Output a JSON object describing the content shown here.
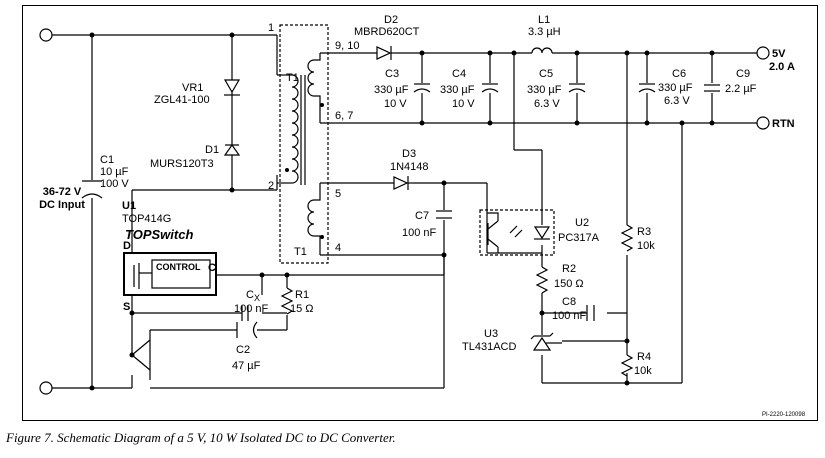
{
  "caption": "Figure 7.  Schematic Diagram of a 5 V, 10 W Isolated DC to DC Converter.",
  "drawing_id": "PI-2220-120098",
  "input": {
    "line1": "36-72 V",
    "line2": "DC Input"
  },
  "output": {
    "v_label": "5V",
    "i_label": "2.0 A",
    "rtn_label": "RTN"
  },
  "components": {
    "vr1": {
      "ref": "VR1",
      "part": "ZGL41-100"
    },
    "d1": {
      "ref": "D1",
      "part": "MURS120T3"
    },
    "c1": {
      "ref": "C1",
      "v1": "10 µF",
      "v2": "100 V"
    },
    "u1": {
      "ref": "U1",
      "part": "TOP414G",
      "brand": "TOPSwitch",
      "control": "CONTROL",
      "pin_d": "D",
      "pin_s": "S",
      "pin_c": "C"
    },
    "t1": {
      "ref": "T1",
      "pin1": "1",
      "pin2": "2",
      "pin4": "4",
      "pin5": "5",
      "pin67": "6, 7",
      "pin910": "9, 10"
    },
    "d2": {
      "ref": "D2",
      "part": "MBRD620CT"
    },
    "l1": {
      "ref": "L1",
      "value": "3.3 µH"
    },
    "c3": {
      "ref": "C3",
      "v1": "330 µF",
      "v2": "10 V"
    },
    "c4": {
      "ref": "C4",
      "v1": "330 µF",
      "v2": "10 V"
    },
    "c5": {
      "ref": "C5",
      "v1": "330 µF",
      "v2": "6.3 V"
    },
    "c6": {
      "ref": "C6",
      "v1": "330 µF",
      "v2": "6.3 V"
    },
    "c9": {
      "ref": "C9",
      "v1": "2.2 µF"
    },
    "d3": {
      "ref": "D3",
      "part": "1N4148"
    },
    "c7": {
      "ref": "C7",
      "value": "100 nF"
    },
    "u2": {
      "ref": "U2",
      "part": "PC317A"
    },
    "r3": {
      "ref": "R3",
      "value": "10k"
    },
    "r2": {
      "ref": "R2",
      "value": "150 Ω"
    },
    "cx": {
      "ref": "C",
      "sub": "X",
      "value": "100 nF"
    },
    "r1": {
      "ref": "R1",
      "value": "15 Ω"
    },
    "c8": {
      "ref": "C8",
      "value": "100 nF"
    },
    "u3": {
      "ref": "U3",
      "part": "TL431ACD"
    },
    "c2": {
      "ref": "C2",
      "value": "47 µF"
    },
    "r4": {
      "ref": "R4",
      "value": "10k"
    }
  }
}
